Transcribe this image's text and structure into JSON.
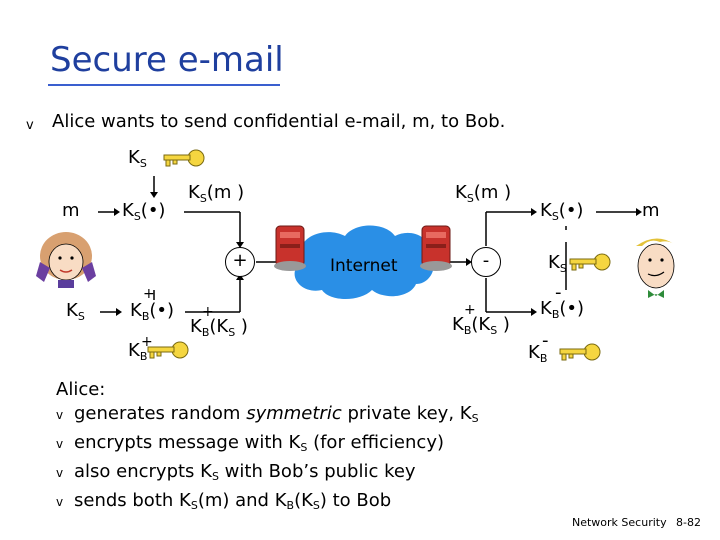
{
  "title": "Secure e-mail",
  "bullet_symbol": "v",
  "bullet": "Alice wants to send confidential e-mail, m, to Bob.",
  "diagram": {
    "ks_top": {
      "main": "K",
      "sub": "S"
    },
    "m_left": "m",
    "ks_encrypt": {
      "main": "K",
      "sub": "S",
      "rest": "(•)"
    },
    "ks_m_left": {
      "main": "K",
      "sub": "S",
      "rest": "(m )"
    },
    "ks_m_right": {
      "main": "K",
      "sub": "S",
      "rest": "(m )"
    },
    "ks_decrypt": {
      "main": "K",
      "sub": "S",
      "rest": "(•)"
    },
    "m_right": "m",
    "plus_left": "+",
    "internet": "Internet",
    "minus_right": "-",
    "ks_right": {
      "main": "K",
      "sub": "S"
    },
    "ks_left": {
      "main": "K",
      "sub": "S"
    },
    "kb_pub_encrypt": {
      "main": "K",
      "sub": "B",
      "sup": "+",
      "rest": "(•)"
    },
    "kb_ks_left": {
      "main": "K",
      "sub": "B",
      "sup": "+",
      "rest": "(K",
      "rest_sub": "S",
      "close": " )"
    },
    "kb_ks_right": {
      "main": "K",
      "sub": "B",
      "sup": "+",
      "rest": "(K",
      "rest_sub": "S",
      "close": " )"
    },
    "kb_priv_decrypt": {
      "main": "K",
      "sub": "B",
      "sup": "-",
      "rest": "(•)"
    },
    "kb_pub_key": {
      "main": "K",
      "sub": "B",
      "sup": "+"
    },
    "kb_priv_key": {
      "main": "K",
      "sub": "B",
      "sup": "-"
    }
  },
  "notes": {
    "heading": "Alice:",
    "items": [
      {
        "a": "generates random ",
        "em": "symmetric",
        "b": " private key, K",
        "sub": "S",
        "c": ""
      },
      {
        "a": "encrypts message with K",
        "sub": "S",
        "c": " (for efficiency)"
      },
      {
        "a": "also encrypts K",
        "sub": "S",
        "c": " with Bob’s public key"
      },
      {
        "a": "sends both K",
        "sub": "S",
        "c": "(m) and K",
        "sub2": "B",
        "d": "(K",
        "sub3": "S",
        "e": ") to Bob"
      }
    ]
  },
  "footer": {
    "left": "Network Security",
    "right": "8-82"
  },
  "colors": {
    "title": "#1f3f9e",
    "internet_cloud": "#2a8fe6",
    "key_yellow": "#f5d640",
    "router_red": "#c8322c"
  }
}
